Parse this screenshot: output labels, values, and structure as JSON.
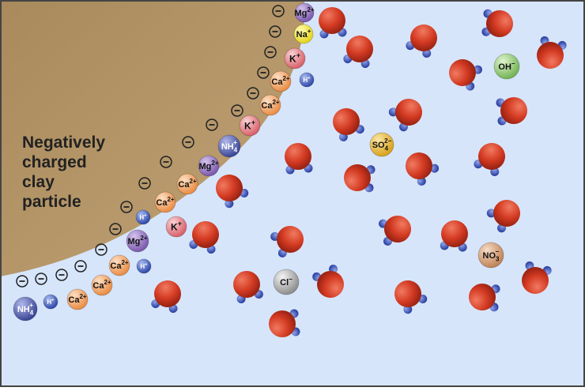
{
  "clay_label": [
    "Negatively",
    "charged",
    "clay",
    "particle"
  ],
  "colors": {
    "background": "#d7e5fb",
    "clay": "#b89a6c",
    "water_oxygen": "#d33a22",
    "water_hydrogen": "#3a55b8",
    "mg": "#8f6fc0",
    "na": "#f3ee3a",
    "k": "#e58c92",
    "ca": "#f2a262",
    "h": "#3d5fbe",
    "nh4": "#4f5cad",
    "oh": "#98d27a",
    "so4": "#e8b53a",
    "cl": "#b5b5b5",
    "no3": "#d8a27a"
  },
  "surface_charge": "⊖",
  "adsorbed_ions": [
    {
      "label": "Mg",
      "sup": "2+",
      "sub": "",
      "kind": "mg"
    },
    {
      "label": "Na",
      "sup": "+",
      "sub": "",
      "kind": "na"
    },
    {
      "label": "K",
      "sup": "+",
      "sub": "",
      "kind": "k"
    },
    {
      "label": "H",
      "sup": "+",
      "sub": "",
      "kind": "h"
    },
    {
      "label": "Ca",
      "sup": "2+",
      "sub": "",
      "kind": "ca"
    },
    {
      "label": "Ca",
      "sup": "2+",
      "sub": "",
      "kind": "ca"
    },
    {
      "label": "K",
      "sup": "+",
      "sub": "",
      "kind": "k"
    },
    {
      "label": "NH",
      "sup": "+",
      "sub": "4",
      "kind": "nh4"
    },
    {
      "label": "Mg",
      "sup": "2+",
      "sub": "",
      "kind": "mg"
    },
    {
      "label": "Ca",
      "sup": "2+",
      "sub": "",
      "kind": "ca"
    },
    {
      "label": "Ca",
      "sup": "2+",
      "sub": "",
      "kind": "ca"
    },
    {
      "label": "H",
      "sup": "+",
      "sub": "",
      "kind": "h"
    },
    {
      "label": "K",
      "sup": "+",
      "sub": "",
      "kind": "k"
    },
    {
      "label": "Mg",
      "sup": "2+",
      "sub": "",
      "kind": "mg"
    },
    {
      "label": "H",
      "sup": "+",
      "sub": "",
      "kind": "h"
    },
    {
      "label": "Ca",
      "sup": "2+",
      "sub": "",
      "kind": "ca"
    },
    {
      "label": "Ca",
      "sup": "2+",
      "sub": "",
      "kind": "ca"
    },
    {
      "label": "Ca",
      "sup": "2+",
      "sub": "",
      "kind": "ca"
    },
    {
      "label": "H",
      "sup": "+",
      "sub": "",
      "kind": "h"
    },
    {
      "label": "NH",
      "sup": "+",
      "sub": "4",
      "kind": "nh4"
    }
  ],
  "solution_ions": [
    {
      "label": "OH",
      "sup": "−",
      "sub": "",
      "kind": "oh"
    },
    {
      "label": "SO",
      "sup": "2−",
      "sub": "4",
      "kind": "so4"
    },
    {
      "label": "Cl",
      "sup": "−",
      "sub": "",
      "kind": "cl"
    },
    {
      "label": "NO",
      "sup": "−",
      "sub": "3",
      "kind": "no3"
    }
  ]
}
